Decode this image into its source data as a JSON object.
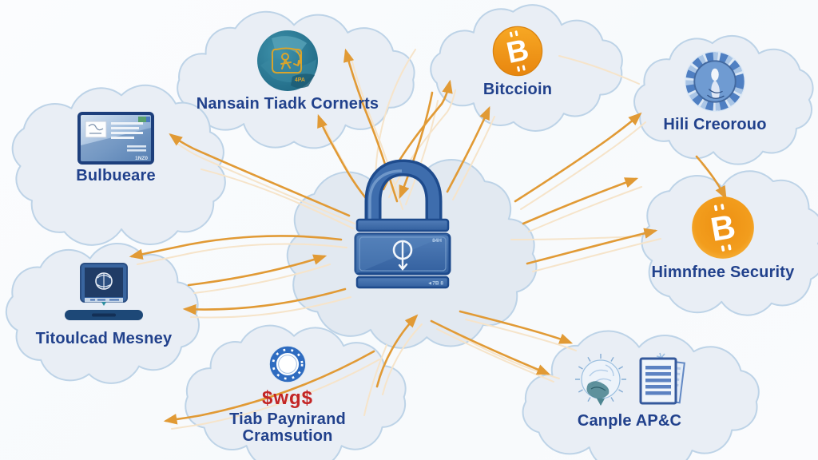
{
  "diagram": {
    "background": "#fafbfd",
    "cloud_fill": "#e9eef5",
    "cloud_fill_center": "#e2e9f1",
    "cloud_stroke": "#bdd3e7",
    "arrow_color": "#e19a35",
    "arrow_faint_color": "#f6e4ca",
    "label_color": "#21418c",
    "badge_color": "#c32525",
    "bitcoin_orange": "#ef9a1c",
    "lock_blue": "#3e6dad",
    "teal_icon": "#2b7b98"
  },
  "center": {
    "middle_text": "84H",
    "bottom_text": "◄7B 8"
  },
  "bitcoin_symbol": "B",
  "nodes": [
    {
      "id": "trade",
      "label": "Nansain Tiadk Cornerts",
      "icon": "trade-globe-icon",
      "icon_text": "4PA"
    },
    {
      "id": "bitcoin",
      "label": "Bitccioin",
      "icon": "bitcoin-icon"
    },
    {
      "id": "hil",
      "label": "Hili Creorouo",
      "icon": "coin-figure-icon"
    },
    {
      "id": "browser",
      "label": "Bulbueare",
      "icon": "browser-card-icon",
      "icon_text": "1NZ0"
    },
    {
      "id": "security",
      "label": "Himnfnee Security",
      "icon": "bitcoin-icon"
    },
    {
      "id": "laptop",
      "label": "Titoulcad Mesney",
      "icon": "laptop-icon"
    },
    {
      "id": "payment",
      "label": "Tiab Paynirand Cramsution",
      "icon": "ring-coin-icon",
      "badge": "$wg$"
    },
    {
      "id": "api",
      "label": "Canple AP&C",
      "icon": "brain-sun-icon, document-icon"
    }
  ]
}
